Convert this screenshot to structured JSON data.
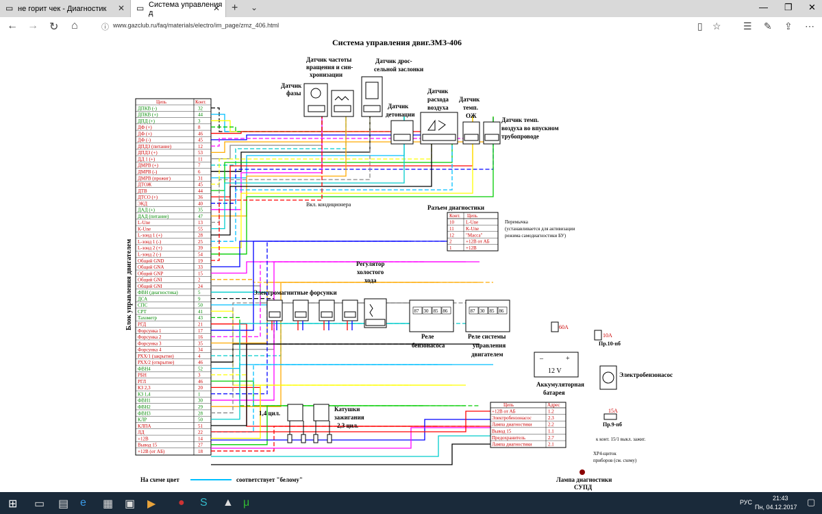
{
  "browser": {
    "tabs": [
      {
        "label": "не горит чек - Диагностик",
        "active": false
      },
      {
        "label": "Система управления д",
        "active": true
      }
    ],
    "url": "www.gazclub.ru/faq/materials/electro/im_page/zmz_406.html"
  },
  "diagram": {
    "title": "Система управления двиг.ЗМЗ-406",
    "ecu_label": "Блок управления двигателем",
    "ecu_header": {
      "col1": "Цепь",
      "col2": "Конт."
    },
    "ecu_pins": [
      {
        "name": "ДПКВ (-)",
        "pin": "32"
      },
      {
        "name": "ДПКВ (+)",
        "pin": "44"
      },
      {
        "name": "ДПД (+)",
        "pin": "3"
      },
      {
        "name": "ДФ (+)",
        "pin": "8"
      },
      {
        "name": "ДФ (+)",
        "pin": "46"
      },
      {
        "name": "ДФ (-)",
        "pin": "45"
      },
      {
        "name": "ДПДЗ (питание)",
        "pin": "12"
      },
      {
        "name": "ДПДЗ (+)",
        "pin": "53"
      },
      {
        "name": "ДД 1 (+)",
        "pin": "11"
      },
      {
        "name": "ДМРВ (+)",
        "pin": "7"
      },
      {
        "name": "ДМРВ (-)",
        "pin": "6"
      },
      {
        "name": "ДМРВ (прожиг)",
        "pin": "31"
      },
      {
        "name": "ДТОЖ",
        "pin": "45"
      },
      {
        "name": "ДТВ",
        "pin": "44"
      },
      {
        "name": "ДТСО (+)",
        "pin": "36"
      },
      {
        "name": "ЭКД",
        "pin": "40"
      },
      {
        "name": "ДАД (+)",
        "pin": "35"
      },
      {
        "name": "ДАД (питание)",
        "pin": "47"
      },
      {
        "name": "L-Une",
        "pin": "13"
      },
      {
        "name": "K-Une",
        "pin": "55"
      },
      {
        "name": "L-зонд 1 (+)",
        "pin": "28"
      },
      {
        "name": "L-зонд 1 (-)",
        "pin": "25"
      },
      {
        "name": "L-зонд 2 (+)",
        "pin": "39"
      },
      {
        "name": "L-зонд 2 (-)",
        "pin": "54"
      },
      {
        "name": "Общий GND",
        "pin": "19"
      },
      {
        "name": "Общий GNA",
        "pin": "33"
      },
      {
        "name": "Общий GNP",
        "pin": "15"
      },
      {
        "name": "Общий GNI",
        "pin": "2"
      },
      {
        "name": "Общий GNI",
        "pin": "24"
      },
      {
        "name": "ФВН (диагностика)",
        "pin": "5"
      },
      {
        "name": "ДСА",
        "pin": "9"
      },
      {
        "name": "СПС",
        "pin": "50"
      },
      {
        "name": "СРТ",
        "pin": "41"
      },
      {
        "name": "Тахометр",
        "pin": "43"
      },
      {
        "name": "РГД",
        "pin": "21"
      },
      {
        "name": "Форсунка 1",
        "pin": "17"
      },
      {
        "name": "Форсунка 2",
        "pin": "16"
      },
      {
        "name": "Форсунка 3",
        "pin": "35"
      },
      {
        "name": "Форсунка 4",
        "pin": "34"
      },
      {
        "name": "РХХ/1 (закрытие)",
        "pin": "4"
      },
      {
        "name": "РХХ/2 (открытие)",
        "pin": "46"
      },
      {
        "name": "ФВН4",
        "pin": "52"
      },
      {
        "name": "РБН",
        "pin": "3"
      },
      {
        "name": "РГЛ",
        "pin": "46"
      },
      {
        "name": "КЗ 2,3",
        "pin": "20"
      },
      {
        "name": "КЗ 1,4",
        "pin": "1"
      },
      {
        "name": "ФВН1",
        "pin": "30"
      },
      {
        "name": "ФВН2",
        "pin": "29"
      },
      {
        "name": "ФВН3",
        "pin": "28"
      },
      {
        "name": "КЛР",
        "pin": "50"
      },
      {
        "name": "КЛПА",
        "pin": "51"
      },
      {
        "name": "ЛД",
        "pin": "22"
      },
      {
        "name": "+12В",
        "pin": "14"
      },
      {
        "name": "Вывод 15",
        "pin": "27"
      },
      {
        "name": "+12В (от АБ)",
        "pin": "18"
      }
    ],
    "labels": {
      "phase_sensor": [
        "Датчик",
        "фазы"
      ],
      "crank_sensor": [
        "Датчик частоты",
        "вращения и син-",
        "хронизации"
      ],
      "throttle_sensor": [
        "Датчик дрос-",
        "сельной заслонки"
      ],
      "knock_sensor": [
        "Датчик",
        "детонации"
      ],
      "maf_sensor": [
        "Датчик",
        "расхода",
        "воздуха"
      ],
      "coolant_sensor": [
        "Датчик",
        "темп.",
        "ОЖ"
      ],
      "intake_temp_sensor": [
        "Датчик темп.",
        "воздуха во впускном",
        "трубопроводе"
      ],
      "ac_label": "Вкл. кондиционера",
      "diag_connector": "Разъем диагностики",
      "jumper_note": [
        "Перемычка",
        "(устанавливается для активизации",
        "режима самодиагностики БУ)"
      ],
      "idle_regulator": [
        "Регулятор",
        "холостого",
        "хода"
      ],
      "injectors": "Электромагнитные форсунки",
      "fuel_pump_relay": [
        "Реле",
        "бензонасоса"
      ],
      "engine_relay": [
        "Реле системы",
        "управления",
        "двигателем"
      ],
      "battery": [
        "Аккумуляторная",
        "батарея"
      ],
      "battery_voltage": "12 V",
      "fuse_60": "60А",
      "fuse_10": "10А",
      "fuse_10_loc": "Пр.10-пб",
      "fuel_pump": "Электробензонасос",
      "fuse_15": "15А",
      "fuse_15_loc": "Пр.9-пб",
      "ignition_note": "к конт. 15/1 выкл. зажиг.",
      "xp4_note": [
        "ХР4-щиток",
        "приборов (см. схему)"
      ],
      "diag_lamp": [
        "Лампа диагностики",
        "СУПД"
      ],
      "coils": [
        "Катушки",
        "зажигания"
      ],
      "coil_14": "1,4 цил.",
      "coil_23": "2,3 цил.",
      "legend_left": "На схеме цвет",
      "legend_right": "соответствует \"белому\""
    },
    "diag_table": {
      "header": [
        "Конт.",
        "Цепь"
      ],
      "rows": [
        [
          "10",
          "L-Une"
        ],
        [
          "11",
          "K-Une"
        ],
        [
          "12",
          "\"Масса\""
        ],
        [
          "2",
          "+12В от АБ"
        ],
        [
          "1",
          "+12В"
        ]
      ]
    },
    "xp_table": {
      "header": [
        "Цепь",
        "Адрес"
      ],
      "rows": [
        [
          "+12В от АБ",
          "1.2"
        ],
        [
          "Электробензонасос",
          "2.3"
        ],
        [
          "Лампа диагностики",
          "2.2"
        ],
        [
          "Вывод 15",
          "1.1"
        ],
        [
          "Предохранитель",
          "2.7"
        ],
        [
          "Лампа диагностики",
          "2.1"
        ]
      ]
    },
    "relay_pins": [
      "87",
      "30",
      "85",
      "86"
    ]
  },
  "taskbar": {
    "lang": "РУС",
    "time": "21:43",
    "date": "Пн, 04.12.2017"
  }
}
